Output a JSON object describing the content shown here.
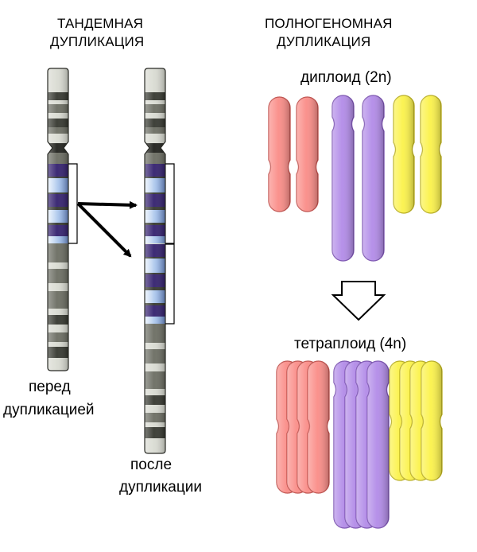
{
  "tandem": {
    "title_line1": "ТАНДЕМНАЯ",
    "title_line2": "ДУПЛИКАЦИЯ",
    "before_line1": "перед",
    "before_line2": "дупликацией",
    "after_line1": "после",
    "after_line2": "дупликации"
  },
  "wgd": {
    "title_line1": "ПОЛНОГЕНОМНАЯ",
    "title_line2": "ДУПЛИКАЦИЯ",
    "diploid_label": "диплоид (2n)",
    "tetraploid_label": "тетраплоид (4n)"
  },
  "colors": {
    "pink": "#fa8c87",
    "pink_edge": "#c0504c",
    "purple": "#b28be8",
    "purple_edge": "#7a52b0",
    "yellow": "#fbf24a",
    "yellow_edge": "#b8ad1e",
    "band_dark": "#35372f",
    "band_mid": "#6b6d62",
    "band_light": "#d9dbd2",
    "band_blue": "#33206e",
    "band_lightblue": "#a9c3ea"
  }
}
